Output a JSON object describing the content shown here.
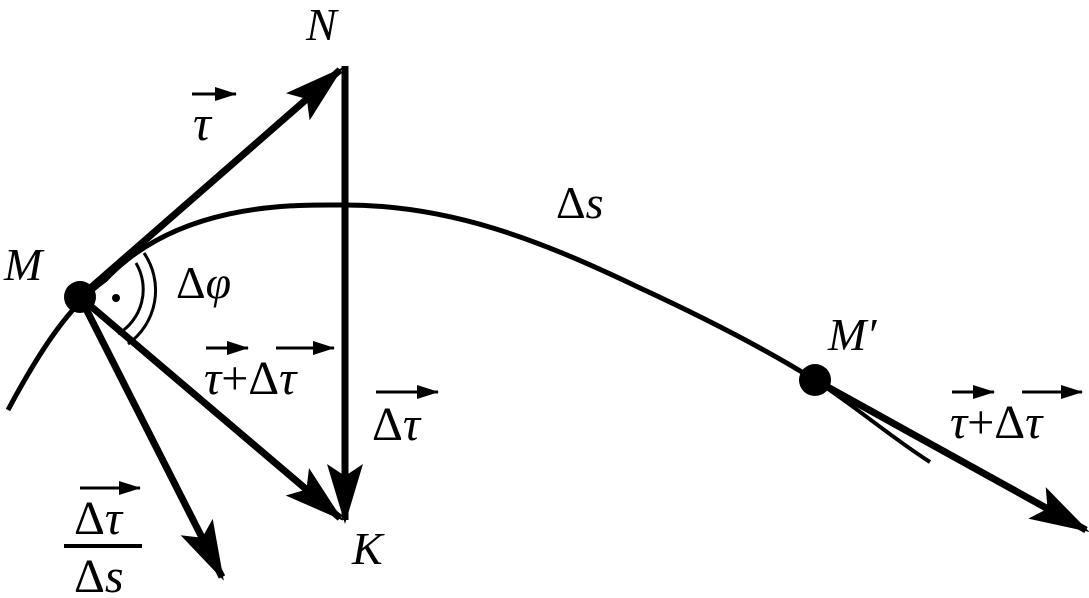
{
  "points": {
    "M": "M",
    "M_prime": "M′",
    "N": "N",
    "K": "K"
  },
  "labels": {
    "tau": "τ",
    "delta": "Δ",
    "plus": "+",
    "s": "s",
    "phi": "φ",
    "delta_s": "Δs",
    "delta_phi": "Δφ"
  },
  "colors": {
    "ink": "#000000",
    "background": "#ffffff"
  }
}
